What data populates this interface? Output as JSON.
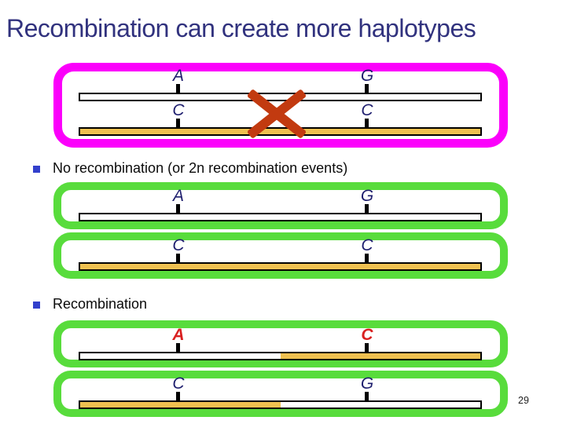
{
  "title": "Recombination can create more haplotypes",
  "page_number": "29",
  "bullets": {
    "no_recombination": "No recombination (or 2n recombination events)",
    "recombination": "Recombination"
  },
  "haplotypes": {
    "parental_top": {
      "left": "A",
      "right": "G"
    },
    "parental_bottom": {
      "left": "C",
      "right": "C"
    },
    "no_recomb_1": {
      "left": "A",
      "right": "G"
    },
    "no_recomb_2": {
      "left": "C",
      "right": "C"
    },
    "recomb_1": {
      "left": "A",
      "right": "C"
    },
    "recomb_2": {
      "left": "C",
      "right": "G"
    }
  },
  "icons": {
    "cross": "crossover-x-icon"
  },
  "colors": {
    "title_text": "#31327e",
    "parental_box_border": "#fb00fb",
    "result_box_border": "#58dc3c",
    "chromosome_tan": "#efc050",
    "chromosome_white": "#ffffff",
    "allele_navy": "#1e1e6e",
    "allele_red": "#d92020",
    "crossover_x": "#c23a10",
    "bullet_square": "#3340cc"
  }
}
